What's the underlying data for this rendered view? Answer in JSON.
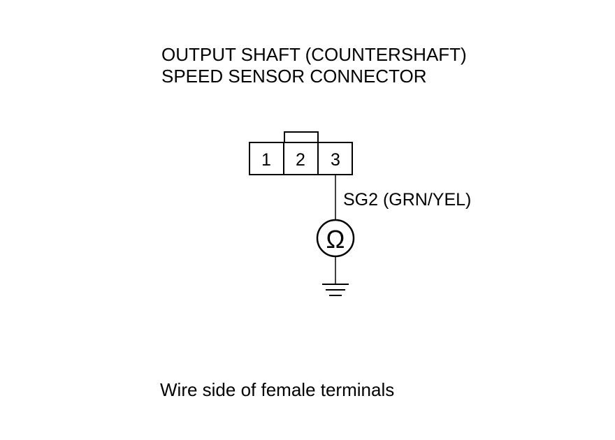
{
  "title": {
    "line1": "OUTPUT SHAFT (COUNTERSHAFT)",
    "line2": "SPEED SENSOR CONNECTOR"
  },
  "connector": {
    "terminals": [
      "1",
      "2",
      "3"
    ]
  },
  "wire": {
    "label": "SG2 (GRN/YEL)"
  },
  "meter": {
    "symbol": "Ω"
  },
  "caption": "Wire side of female terminals"
}
